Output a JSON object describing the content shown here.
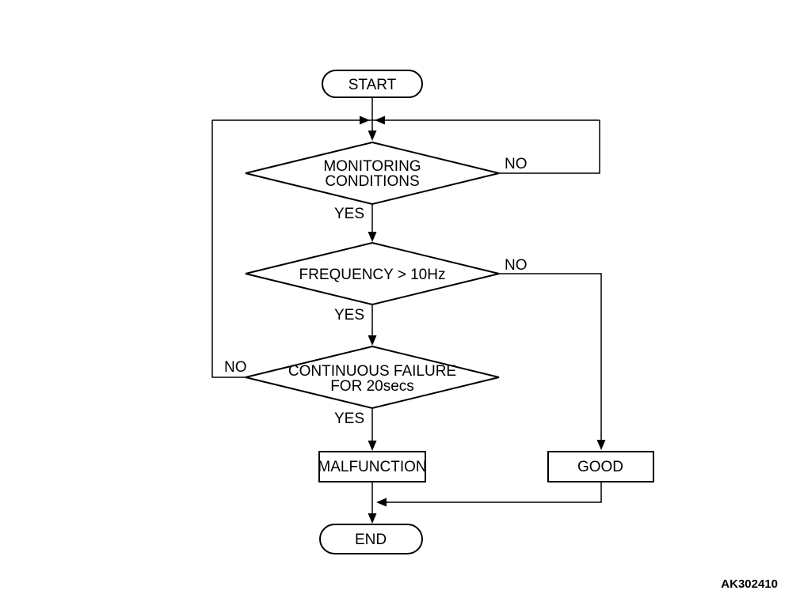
{
  "flowchart": {
    "figure_code": "AK302410",
    "colors": {
      "stroke": "#000000",
      "background": "#ffffff",
      "text": "#000000"
    },
    "nodes": {
      "start": {
        "type": "terminal",
        "label": "START"
      },
      "monitoring_conditions": {
        "type": "decision",
        "lines": [
          "MONITORING",
          "CONDITIONS"
        ]
      },
      "frequency": {
        "type": "decision",
        "lines": [
          "FREQUENCY > 10Hz"
        ]
      },
      "continuous_failure": {
        "type": "decision",
        "lines": [
          "CONTINUOUS FAILURE",
          "FOR 20secs"
        ]
      },
      "malfunction": {
        "type": "process",
        "label": "MALFUNCTION"
      },
      "good": {
        "type": "process",
        "label": "GOOD"
      },
      "end": {
        "type": "terminal",
        "label": "END"
      }
    },
    "edges": [
      {
        "from": "start",
        "to": "monitoring_conditions",
        "label": ""
      },
      {
        "from": "monitoring_conditions",
        "to": "frequency",
        "label": "YES"
      },
      {
        "from": "monitoring_conditions",
        "to": "top-junction",
        "label": "NO"
      },
      {
        "from": "frequency",
        "to": "continuous_failure",
        "label": "YES"
      },
      {
        "from": "frequency",
        "to": "good",
        "label": "NO"
      },
      {
        "from": "continuous_failure",
        "to": "malfunction",
        "label": "YES"
      },
      {
        "from": "continuous_failure",
        "to": "top-junction",
        "label": "NO"
      },
      {
        "from": "malfunction",
        "to": "end",
        "label": ""
      },
      {
        "from": "good",
        "to": "end",
        "label": ""
      }
    ]
  }
}
